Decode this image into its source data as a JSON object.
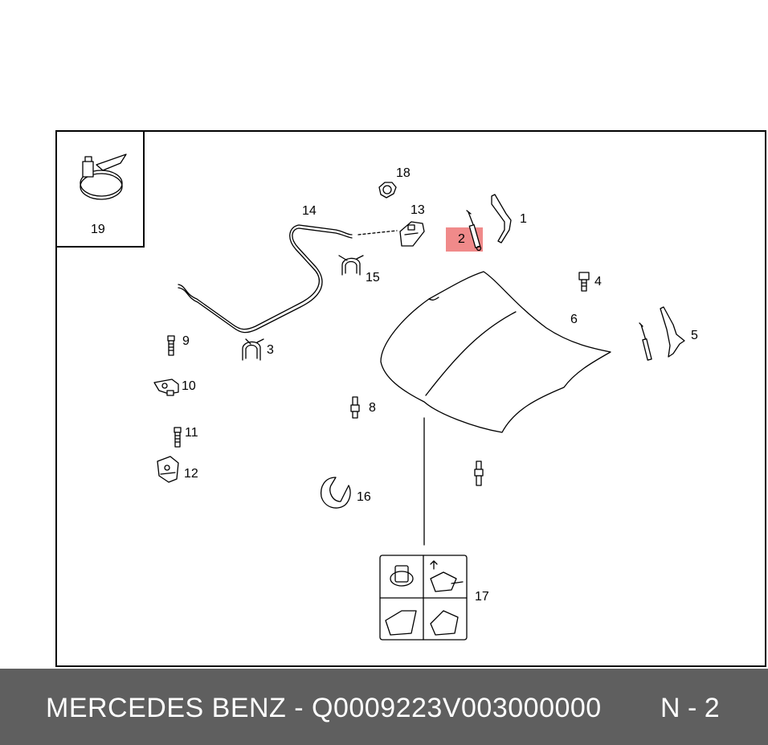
{
  "colors": {
    "background": "#ffffff",
    "line": "#000000",
    "highlight": "#f08a8a",
    "footer_bg": "#5f5f5f",
    "footer_text": "#ffffff"
  },
  "callouts": {
    "c1": "1",
    "c2": "2",
    "c3": "3",
    "c4": "4",
    "c5": "5",
    "c6": "6",
    "c8": "8",
    "c9": "9",
    "c10": "10",
    "c11": "11",
    "c12": "12",
    "c13": "13",
    "c14": "14",
    "c15": "15",
    "c16": "16",
    "c17": "17",
    "c18": "18",
    "c19": "19"
  },
  "highlighted_callout": "2",
  "footer": {
    "title": "MERCEDES BENZ - Q0009223V003000000",
    "page": "N - 2"
  }
}
